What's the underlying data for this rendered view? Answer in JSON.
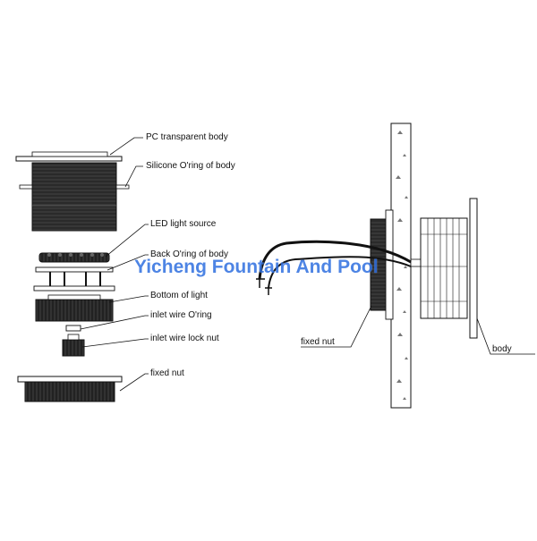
{
  "labels": {
    "pc_transparent_body": "PC transparent body",
    "silicone_oring_of_body": "Silicone O'ring of body",
    "led_light_source": "LED light source",
    "back_oring_of_body": "Back O'ring of body",
    "bottom_of_light": "Bottom of light",
    "inlet_wire_oring": "inlet wire O'ring",
    "inlet_wire_lock_nut": "inlet wire lock nut",
    "fixed_nut_exploded": "fixed nut",
    "fixed_nut_assembled": "fixed nut",
    "body": "body"
  },
  "watermark": "Yicheng Fountain And Pool",
  "colors": {
    "ink": "#111111",
    "dark_fill": "#1e1e1e",
    "watermark": "#2f6fe0"
  }
}
